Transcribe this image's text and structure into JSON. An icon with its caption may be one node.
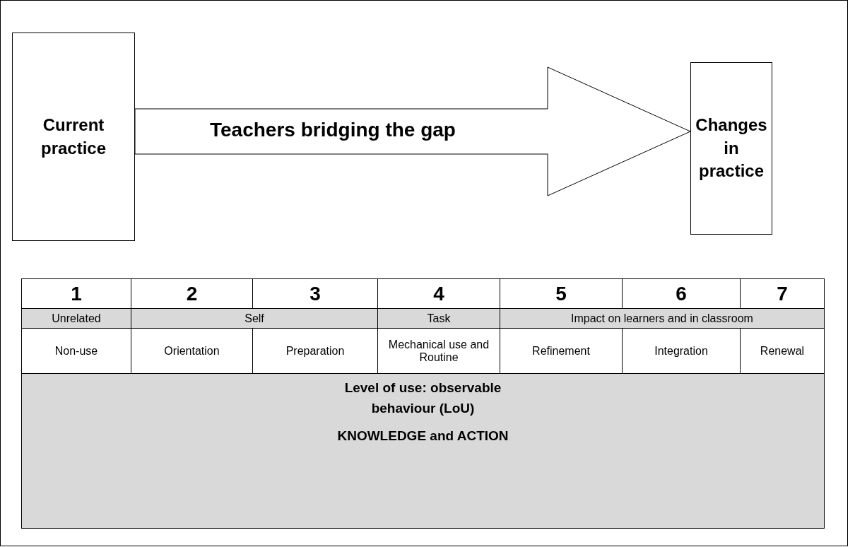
{
  "diagram": {
    "nodes": [
      {
        "text": [
          "Current practice"
        ]
      },
      {
        "text": [
          "Changes in practice"
        ]
      }
    ],
    "edges": [
      {
        "from": 0,
        "to": 1,
        "arrow": "to",
        "label": "Teachers bridging the gap"
      }
    ],
    "labels": [
      "1",
      "2",
      "3",
      "4",
      "5",
      "6",
      "7",
      "Unrelated",
      "Self",
      "Task",
      "Impact on learners and in classroom",
      "Non-use",
      "Orientation",
      "Preparation",
      "Mechanical use and Routine",
      "Refinement",
      "Integration",
      "Renewal",
      "Level of use: observable behaviour (LoU)",
      "KNOWLEDGE and ACTION"
    ]
  }
}
